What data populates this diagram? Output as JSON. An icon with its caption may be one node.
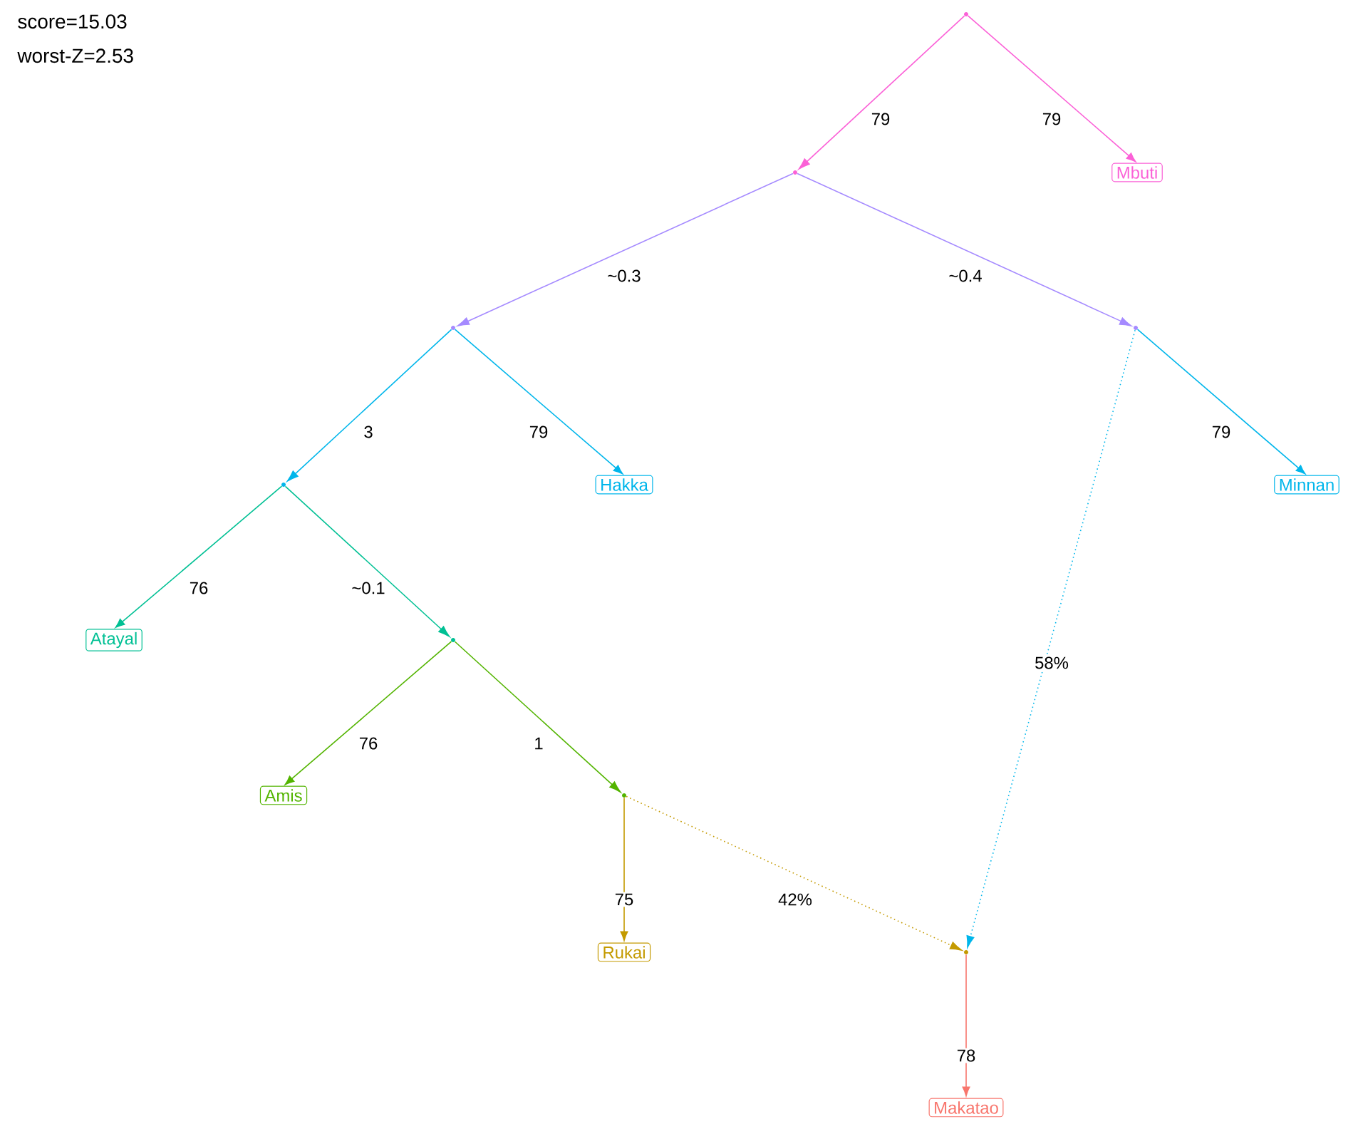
{
  "diagram": {
    "nodes": [
      {
        "text": [],
        "shape": "point"
      },
      {
        "text": [
          "Mbuti"
        ]
      },
      {
        "text": [],
        "shape": "point"
      },
      {
        "text": [],
        "shape": "point"
      },
      {
        "text": [],
        "shape": "point"
      },
      {
        "text": [
          "Hakka"
        ]
      },
      {
        "text": [],
        "shape": "point"
      },
      {
        "text": [
          "Minnan"
        ]
      },
      {
        "text": [
          "Atayal"
        ]
      },
      {
        "text": [],
        "shape": "point"
      },
      {
        "text": [
          "Amis"
        ]
      },
      {
        "text": [],
        "shape": "point"
      },
      {
        "text": [
          "Rukai"
        ]
      },
      {
        "text": [],
        "shape": "point"
      },
      {
        "text": [
          "Makatao"
        ]
      }
    ],
    "edges": [
      {
        "from": 0,
        "to": 2,
        "arrow": "to",
        "label": "79",
        "color": "#fb61d7"
      },
      {
        "from": 0,
        "to": 1,
        "arrow": "to",
        "label": "79",
        "color": "#fb61d7"
      },
      {
        "from": 2,
        "to": 3,
        "arrow": "to",
        "label": "~0.3",
        "color": "#a58aff"
      },
      {
        "from": 2,
        "to": 4,
        "arrow": "to",
        "label": "~0.4",
        "color": "#a58aff"
      },
      {
        "from": 3,
        "to": 6,
        "arrow": "to",
        "label": "3",
        "color": "#00b6eb"
      },
      {
        "from": 3,
        "to": 5,
        "arrow": "to",
        "label": "79",
        "color": "#00b6eb"
      },
      {
        "from": 4,
        "to": 7,
        "arrow": "to",
        "label": "79",
        "color": "#00b6eb"
      },
      {
        "from": 4,
        "to": 13,
        "arrow": "to",
        "label": "58%",
        "color": "#00b6eb",
        "style": "dashed"
      },
      {
        "from": 6,
        "to": 8,
        "arrow": "to",
        "label": "76",
        "color": "#00c094"
      },
      {
        "from": 6,
        "to": 9,
        "arrow": "to",
        "label": "~0.1",
        "color": "#00c094"
      },
      {
        "from": 9,
        "to": 10,
        "arrow": "to",
        "label": "76",
        "color": "#53b400"
      },
      {
        "from": 9,
        "to": 11,
        "arrow": "to",
        "label": "1",
        "color": "#53b400"
      },
      {
        "from": 11,
        "to": 12,
        "arrow": "to",
        "label": "75",
        "color": "#c49a00"
      },
      {
        "from": 11,
        "to": 13,
        "arrow": "to",
        "label": "42%",
        "color": "#c49a00",
        "style": "dashed"
      },
      {
        "from": 13,
        "to": 14,
        "arrow": "to",
        "label": "78",
        "color": "#f8766d"
      }
    ],
    "labels": [
      "score=15.03",
      "worst-Z=2.53"
    ]
  }
}
